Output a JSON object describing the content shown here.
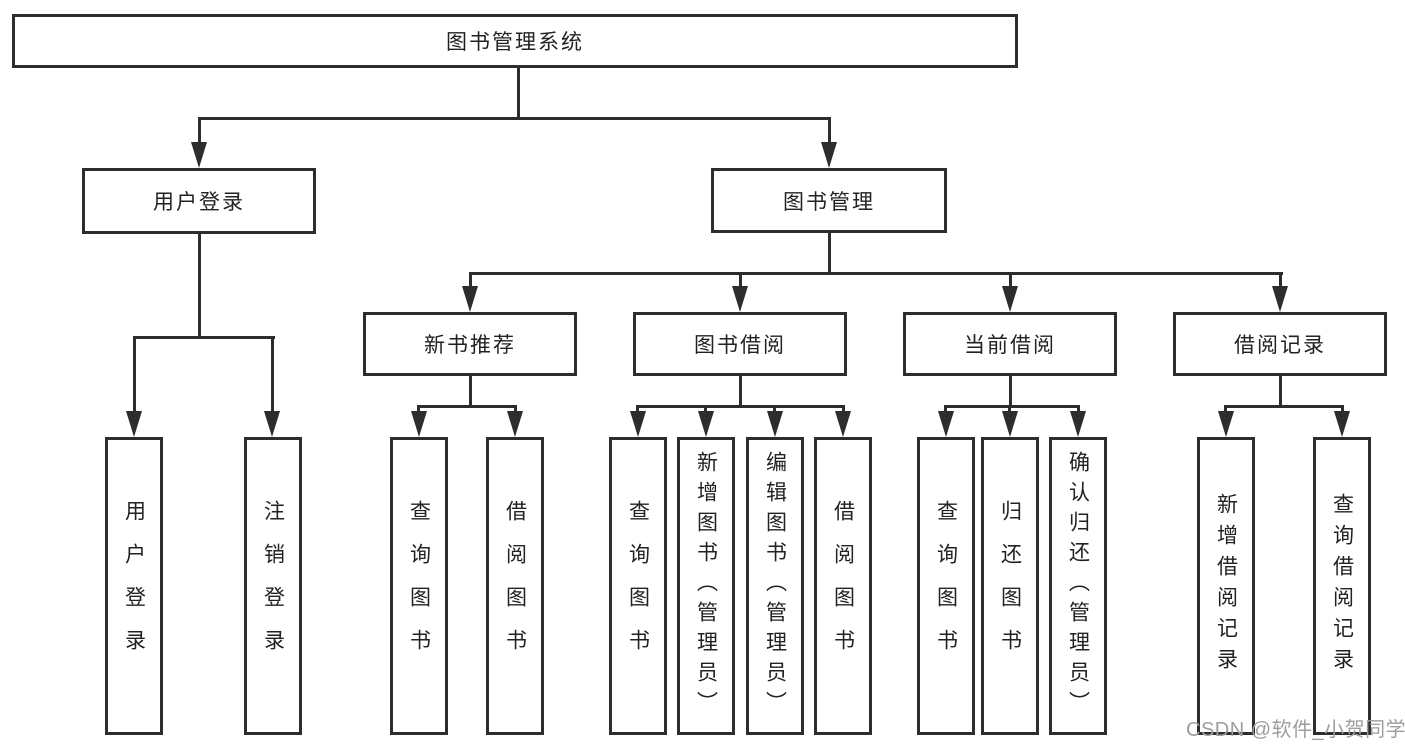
{
  "nodes": {
    "root": "图书管理系统",
    "user_login": "用户登录",
    "book_mgmt": "图书管理",
    "new_book_rec": "新书推荐",
    "book_borrow": "图书借阅",
    "current_borrow": "当前借阅",
    "borrow_record": "借阅记录",
    "leaf_user_login": "用户登录",
    "leaf_logout": "注销登录",
    "leaf_rec_query_books": "查询图书",
    "leaf_rec_borrow_books": "借阅图书",
    "leaf_bb_query_books": "查询图书",
    "leaf_bb_add_books": "新增图书（管理员）",
    "leaf_bb_edit_books": "编辑图书（管理员）",
    "leaf_bb_borrow_books": "借阅图书",
    "leaf_cb_query_books": "查询图书",
    "leaf_cb_return_books": "归还图书",
    "leaf_cb_confirm_return": "确认归还（管理员）",
    "leaf_br_add_record": "新增借阅记录",
    "leaf_br_query_record": "查询借阅记录"
  },
  "watermark": "CSDN @软件_小贺同学",
  "colors": {
    "line": "#2d2d2d",
    "text": "#222222",
    "watermark": "#9e9e9e",
    "background": "#ffffff"
  }
}
